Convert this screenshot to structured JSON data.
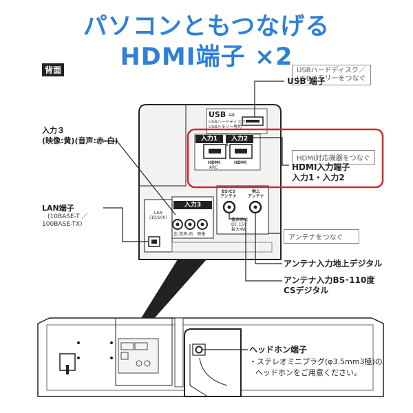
{
  "title_line1": "パソコンともつなげる",
  "title_line2": "HDMI端子 ×2",
  "section_label": "背面",
  "callouts": {
    "usb_note": "USBハードディスク／\nUSBメモリーをつなぐ",
    "usb_label": "USB 端子",
    "hdmi_note": "HDMI対応機器をつなぐ",
    "hdmi_label": "HDMI入力端子",
    "hdmi_sub": "入力1・入力2",
    "input3_label": "入力３",
    "input3_sub": "(映像:黄)(音声:赤-白)",
    "lan_label": "LAN端子",
    "lan_sub1": "(10BASE-T ／",
    "lan_sub2": "100BASE-TX)",
    "antenna_note": "アンテナをつなぐ",
    "antenna_terrestrial": "アンテナ入力地上デジタル",
    "antenna_bs1": "アンテナ入力BS･110度",
    "antenna_bs2": "CSデジタル",
    "headphone_label": "ヘッドホン端子",
    "headphone_sub1": "・ステレオミニプラグ(φ3.5mm3極)の",
    "headphone_sub2": "ヘッドホンをご用意ください。"
  },
  "panel": {
    "usb_text": "USB ⇨",
    "usb_small": "USBハードディスク/\nUSBメモリー専用",
    "input1": "入力1",
    "input2": "入力2",
    "hdmi_port_label": "HDMI",
    "hdmi_arc": "ARC",
    "input3": "入力3",
    "lan_text": "LAN\n(10/100)",
    "bs_text": "BS/CS\nアンテナ",
    "terr_text": "地上\nアンテナ",
    "power_note": "電源供給\nDC 15V\n最大4W",
    "rca_labels": "左-音声-右　映像"
  },
  "colors": {
    "title_blue": "#2f80d6",
    "highlight_red": "#d6262b",
    "panel_fill": "#eeeeee",
    "line": "#222222"
  }
}
